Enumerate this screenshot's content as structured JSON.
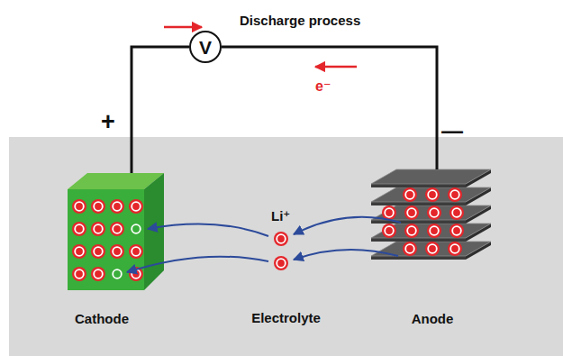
{
  "diagram": {
    "title": "Discharge process",
    "nodes": [
      {
        "text": [
          "V"
        ]
      },
      {
        "text": [
          "Electrolyte"
        ]
      },
      {
        "text": [
          "Cathode"
        ],
        "in": 1
      },
      {
        "text": [
          "Anode"
        ],
        "in": 1
      }
    ],
    "edges": [
      {
        "from": 2,
        "to": 0,
        "arrow": "none"
      },
      {
        "from": 0,
        "to": 3,
        "arrow": "none"
      }
    ],
    "labels": [
      "+",
      "—",
      "e⁻",
      "Li⁺"
    ]
  }
}
